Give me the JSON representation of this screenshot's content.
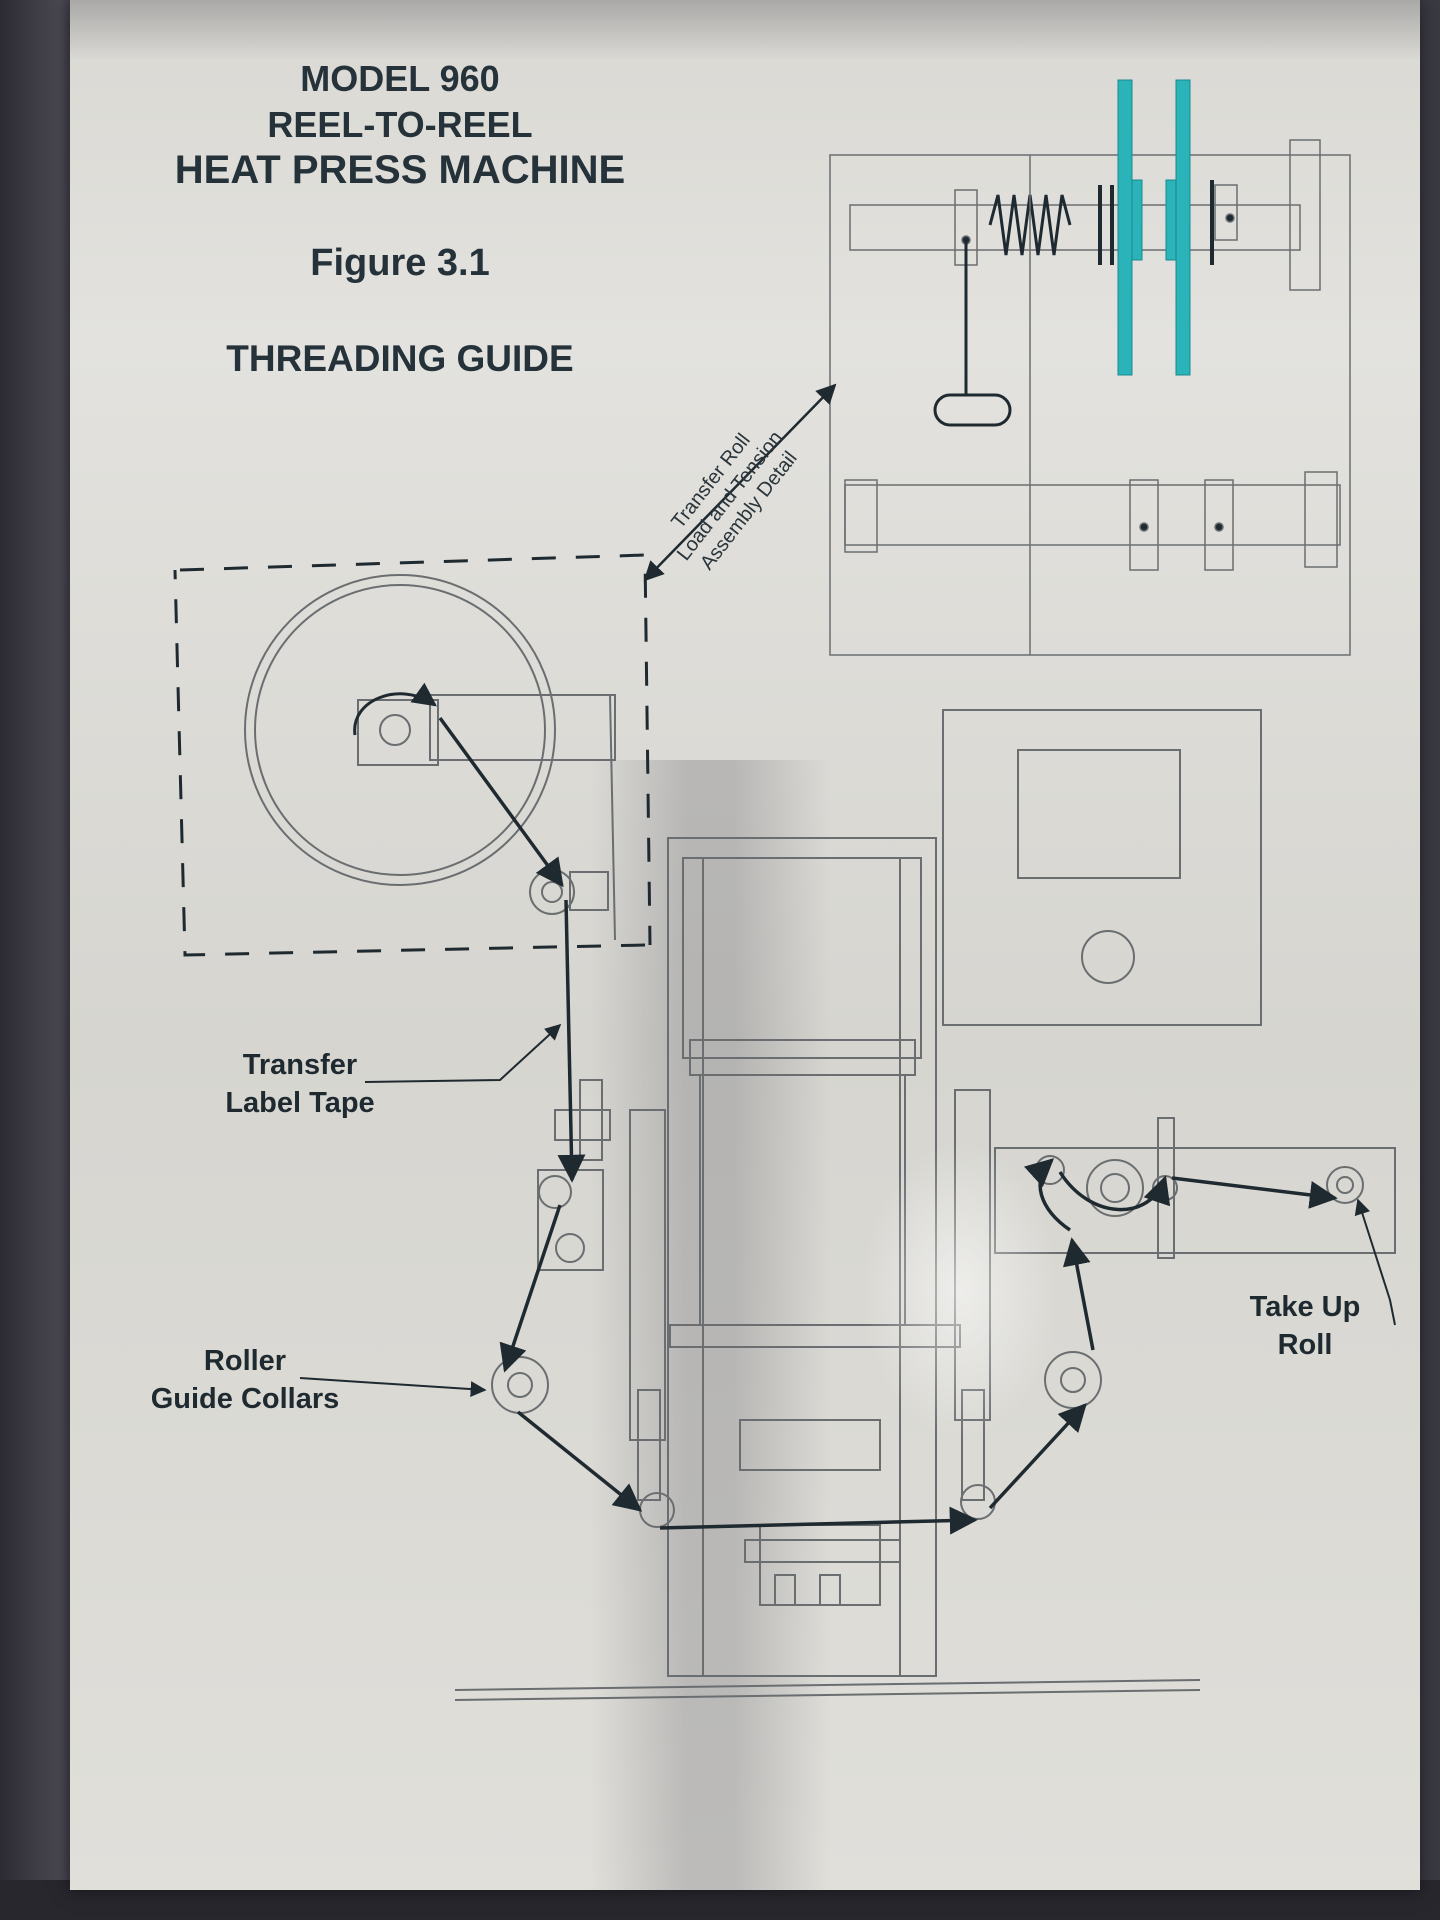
{
  "header": {
    "model": "MODEL 960",
    "subtitle": "REEL-TO-REEL",
    "machine": "HEAT PRESS MACHINE",
    "figure": "Figure 3.1",
    "guide": "THREADING GUIDE"
  },
  "labels": {
    "detail_line1": "Transfer Roll",
    "detail_line2": "Load and Tension",
    "detail_line3": "Assembly Detail",
    "tape_line1": "Transfer",
    "tape_line2": "Label Tape",
    "roller_line1": "Roller",
    "roller_line2": "Guide Collars",
    "takeup_line1": "Take Up",
    "takeup_line2": "Roll"
  },
  "colors": {
    "ink": "#26323a",
    "line": "#6a6e70",
    "accent": "#2ab3b8"
  }
}
